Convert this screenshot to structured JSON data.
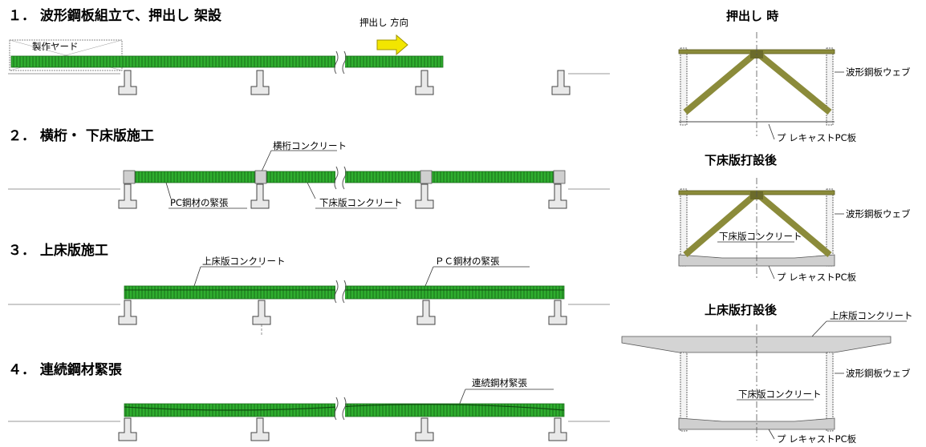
{
  "steps": [
    {
      "title": "１． 波形鋼板組立て、押出し 架設",
      "yard": "製作ヤード",
      "direction": "押出し 方向"
    },
    {
      "title": "２． 横桁・ 下床版施工",
      "labels": {
        "crossbeam": "横桁コンクリート",
        "pc_tension": "PC鋼材の緊張",
        "lower_slab": "下床版コンクリート"
      }
    },
    {
      "title": "３． 上床版施工",
      "labels": {
        "upper_slab": "上床版コンクリート",
        "pc_tension": "ＰＣ鋼材の緊張"
      }
    },
    {
      "title": "４． 連続鋼材緊張",
      "labels": {
        "continuous": "連続鋼材緊張"
      }
    }
  ],
  "sections": [
    {
      "title": "押出し 時",
      "labels": {
        "web": "波形鋼板ウェブ",
        "precast": "プ レキャストPC板"
      }
    },
    {
      "title": "下床版打設後",
      "labels": {
        "web": "波形鋼板ウェブ",
        "lower": "下床版コンクリート",
        "precast": "プ レキャストPC板"
      }
    },
    {
      "title": "上床版打設後",
      "labels": {
        "upper": "上床版コンクリート",
        "web": "波形鋼板ウェブ",
        "lower": "下床版コンクリート",
        "precast": "プ レキャストPC板"
      }
    }
  ],
  "colors": {
    "girder": "#2fae2f",
    "girder_dark": "#1a6e1a",
    "brace": "#8b8b3a",
    "concrete": "#cfcfcf",
    "arrow": "#f2e600"
  }
}
